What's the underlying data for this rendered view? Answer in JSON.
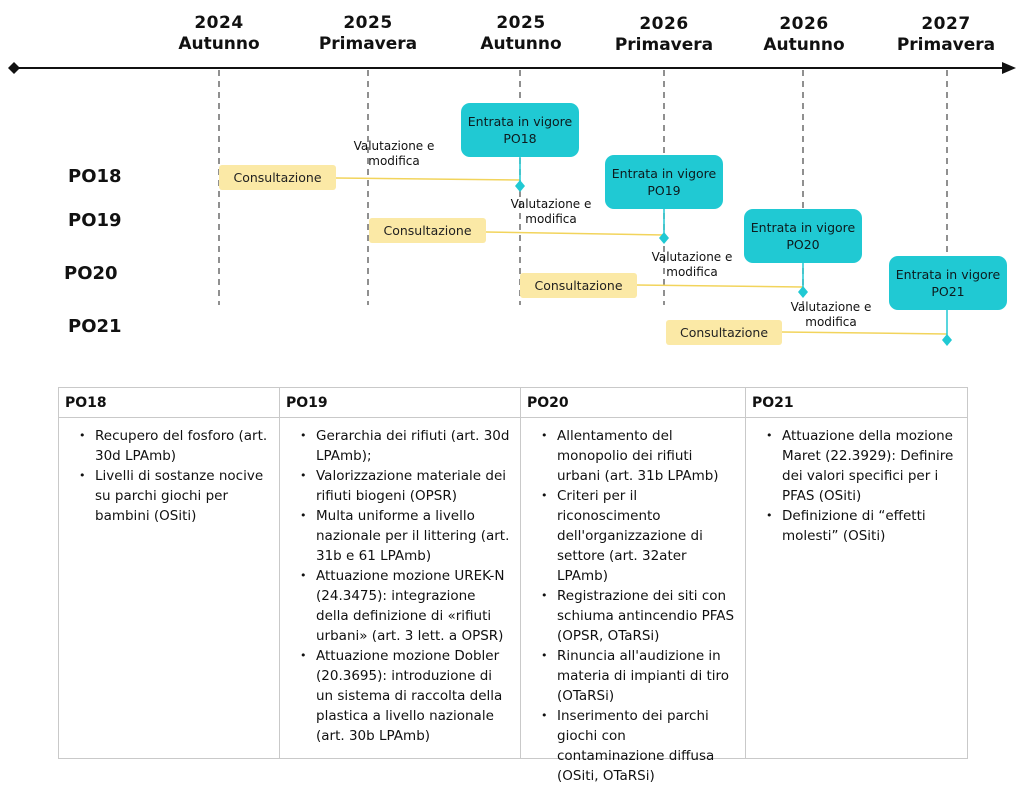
{
  "periods": [
    {
      "year": "2024",
      "season": "Autunno"
    },
    {
      "year": "2025",
      "season": "Primavera"
    },
    {
      "year": "2025",
      "season": "Autunno"
    },
    {
      "year": "2026",
      "season": "Primavera"
    },
    {
      "year": "2026",
      "season": "Autunno"
    },
    {
      "year": "2027",
      "season": "Primavera"
    }
  ],
  "rows": [
    "PO18",
    "PO19",
    "PO20",
    "PO21"
  ],
  "consultation_label": "Consultazione",
  "evaluation_label": "Valutazione e modifica",
  "entry_label_prefix": "Entrata in vigore",
  "entries": [
    "PO18",
    "PO19",
    "PO20",
    "PO21"
  ],
  "colors": {
    "consult": "#fbe9a6",
    "entry": "#20c9d3",
    "timeline_line": "#f2d45c"
  },
  "table": {
    "columns": [
      {
        "header": "PO18",
        "items": [
          "Recupero del fosforo (art. 30d LPAmb)",
          "Livelli di sostanze nocive su parchi giochi per bambini (OSiti)"
        ]
      },
      {
        "header": "PO19",
        "items": [
          "Gerarchia dei rifiuti (art. 30d LPAmb);",
          "Valorizzazione materiale dei rifiuti biogeni (OPSR)",
          "Multa uniforme a livello nazionale per il littering (art. 31b e 61 LPAmb)",
          "Attuazione mozione UREK-N (24.3475): integrazione della definizione di «rifiuti urbani» (art. 3 lett. a OPSR)",
          "Attuazione mozione Dobler (20.3695): introduzione di un sistema di raccolta della plastica a livello nazionale (art. 30b LPAmb)"
        ]
      },
      {
        "header": "PO20",
        "items": [
          "Allentamento del monopolio dei rifiuti urbani (art. 31b LPAmb)",
          "Criteri per il riconoscimento dell'organizzazione di settore (art. 32ater LPAmb)",
          "Registrazione dei siti con schiuma antincendio PFAS (OPSR, OTaRSi)",
          "Rinuncia all'audizione in materia di impianti di tiro (OTaRSi)",
          "Inserimento dei parchi giochi con contaminazione diffusa (OSiti, OTaRSi)"
        ]
      },
      {
        "header": "PO21",
        "items": [
          "Attuazione della mozione Maret (22.3929): Definire dei valori specifici per i PFAS (OSiti)",
          "Definizione di “effetti molesti” (OSiti)"
        ]
      }
    ]
  }
}
